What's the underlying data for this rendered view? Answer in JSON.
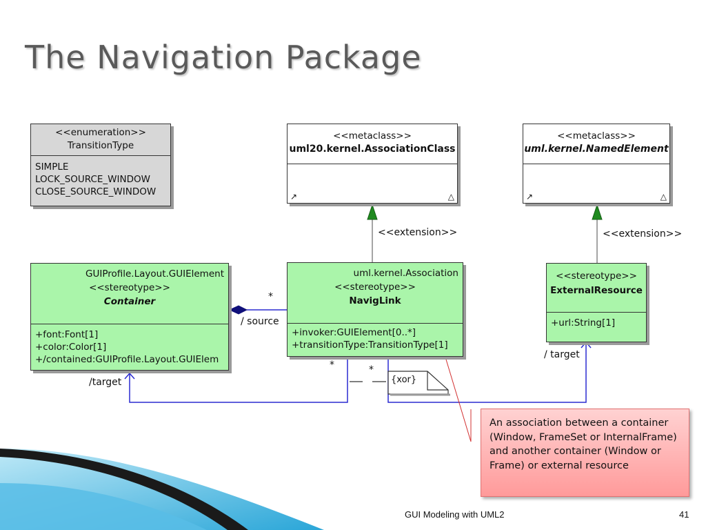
{
  "slide": {
    "title": "The Navigation Package",
    "footer_text": "GUI Modeling with UML2",
    "page_number": "41"
  },
  "transition_type": {
    "stereotype": "<<enumeration>>",
    "name": "TransitionType",
    "literals": [
      "SIMPLE",
      "LOCK_SOURCE_WINDOW",
      "CLOSE_SOURCE_WINDOW"
    ]
  },
  "association_class": {
    "stereotype": "<<metaclass>>",
    "name": "uml20.kernel.AssociationClass"
  },
  "named_element": {
    "stereotype": "<<metaclass>>",
    "name": "uml.kernel.NamedElement"
  },
  "container": {
    "base": "GUIProfile.Layout.GUIElement",
    "stereotype": "<<stereotype>>",
    "name": "Container",
    "attributes": [
      "+font:Font[1]",
      "+color:Color[1]",
      "+/contained:GUIProfile.Layout.GUIElem"
    ]
  },
  "navig_link": {
    "base": "uml.kernel.Association",
    "stereotype": "<<stereotype>>",
    "name": "NavigLink",
    "attributes": [
      "+invoker:GUIElement[0..*]",
      "+transitionType:TransitionType[1]"
    ]
  },
  "external_resource": {
    "stereotype": "<<stereotype>>",
    "name": "ExternalResource",
    "attributes": [
      "+url:String[1]"
    ]
  },
  "labels": {
    "extension_1": "<<extension>>",
    "extension_2": "<<extension>>",
    "multiplicity_source": "*",
    "source_role": "/ source",
    "target_role_left": "/target",
    "target_role_right": "/ target",
    "multiplicity_1": "*",
    "multiplicity_2": "*",
    "xor_constraint": "{xor}"
  },
  "note": {
    "text": "An association between a container (Window, FrameSet or InternalFrame) and another container (Window or Frame) or external resource"
  },
  "colors": {
    "class_fill": "#aaf5aa",
    "enum_fill": "#d7d7d7",
    "association_line": "#2a2ad0",
    "note_fill": "#ffb3b3",
    "extension_arrow": "#1f8a1f"
  }
}
